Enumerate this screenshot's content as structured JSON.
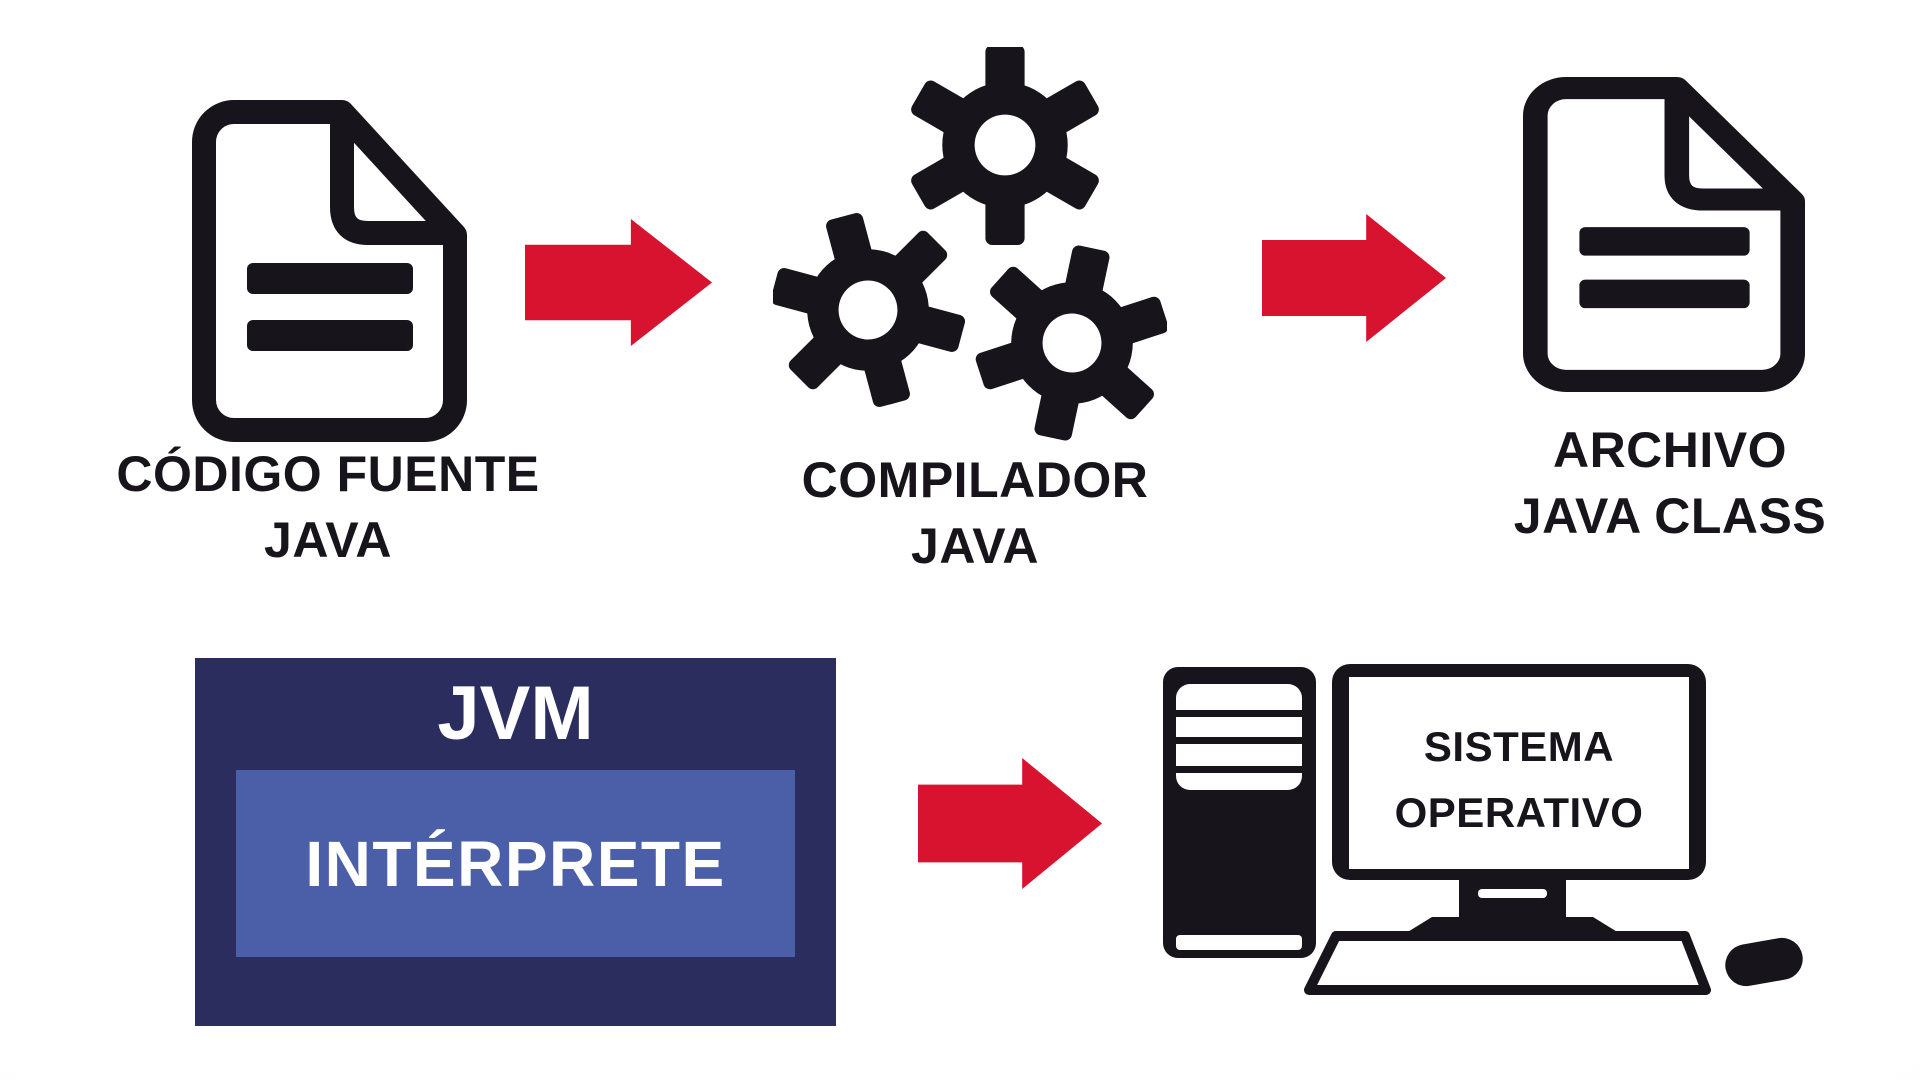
{
  "colors": {
    "background": "#fefefe",
    "icon_black": "#18141b",
    "arrow_red": "#d8132f",
    "jvm_box_navy": "#2a2d5e",
    "interpreter_blue": "#4a5fa8",
    "label_text": "#18141b",
    "box_text_white": "#ffffff"
  },
  "nodes": {
    "source": {
      "icon": "document-icon",
      "label_line1": "CÓDIGO FUENTE",
      "label_line2": "JAVA"
    },
    "compiler": {
      "icon": "gears-icon",
      "label_line1": "COMPILADOR",
      "label_line2": "JAVA"
    },
    "class_file": {
      "icon": "document-icon",
      "label_line1": "ARCHIVO",
      "label_line2": "JAVA CLASS"
    },
    "jvm": {
      "title": "JVM",
      "interpreter_label": "INTÉRPRETE"
    },
    "operating_system": {
      "icon": "desktop-computer-icon",
      "screen_line1": "SISTEMA",
      "screen_line2": "OPERATIVO"
    }
  },
  "connectors": {
    "style": "arrow-right-icon",
    "color": "#d8132f",
    "count": 3
  }
}
